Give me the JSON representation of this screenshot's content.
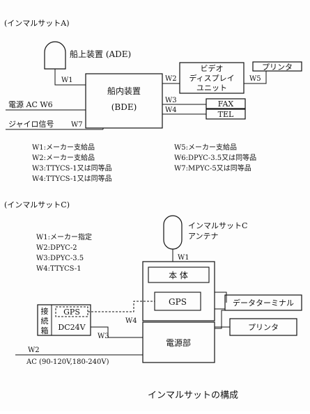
{
  "sectionA": {
    "title": "(インマルサットA)",
    "ade_label": "船上装置 (ADE)",
    "bde_line1": "船内装置",
    "bde_line2": "(BDE)",
    "video_line1": "ビデオ",
    "video_line2": "ディスプレイ",
    "video_line3": "ユニット",
    "printer": "プリンタ",
    "fax": "FAX",
    "tel": "TEL",
    "power": "電源 AC W6",
    "gyro": "ジャイロ信号",
    "w1": "W1",
    "w2": "W2",
    "w3": "W3",
    "w4": "W4",
    "w5": "W5",
    "w7": "W7",
    "notes_left": [
      "W1:メーカー支給品",
      "W2:メーカー支給品",
      "W3:TTYCS-1又は同等品",
      "W4:TTYCS-1又は同等品"
    ],
    "notes_right": [
      "W5:メーカー支給品",
      "W6:DPYC-3.5又は同等品",
      "W7:MPYC-5又は同等品"
    ]
  },
  "sectionC": {
    "title": "(インマルサットC)",
    "notes": [
      "W1:メーカー指定",
      "W2:DPYC-2",
      "W3:DPYC-3.5",
      "W4:TTYCS-1"
    ],
    "antenna_line1": "インマルサットC",
    "antenna_line2": "アンテナ",
    "w1": "W1",
    "main_unit": "本 体",
    "gps": "GPS",
    "data_terminal": "データターミナル",
    "printer": "プリンタ",
    "junction_box": [
      "接",
      "続",
      "箱"
    ],
    "jb_gps": "GPS",
    "jb_dc": "DC24V",
    "w2": "W2",
    "w3": "W3",
    "w4": "W4",
    "power_unit": "電源部",
    "ac_label": "AC (90-120V,180-240V)"
  },
  "caption": "インマルサットの構成"
}
